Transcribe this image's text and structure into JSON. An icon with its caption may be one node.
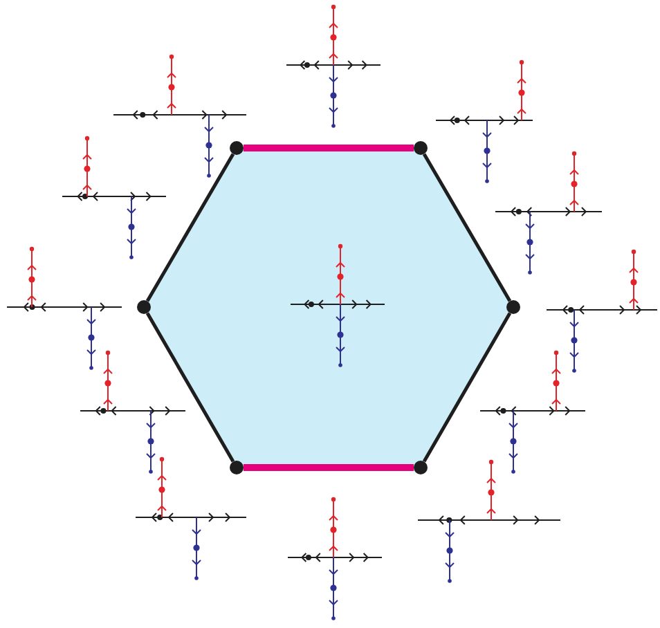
{
  "diagram": {
    "nodes": [
      {
        "text": [],
        "shape": "circle"
      },
      {
        "text": [],
        "shape": "circle"
      },
      {
        "text": [],
        "shape": "circle"
      },
      {
        "text": [],
        "shape": "circle"
      },
      {
        "text": [],
        "shape": "circle"
      },
      {
        "text": [],
        "shape": "circle"
      }
    ],
    "edges": [
      {
        "from": 0,
        "to": 1,
        "arrow": "none",
        "style": "thick",
        "color": "#e5007e"
      },
      {
        "from": 1,
        "to": 2,
        "arrow": "none"
      },
      {
        "from": 2,
        "to": 3,
        "arrow": "none"
      },
      {
        "from": 3,
        "to": 4,
        "arrow": "none",
        "style": "thick",
        "color": "#e5007e"
      },
      {
        "from": 4,
        "to": 5,
        "arrow": "none"
      },
      {
        "from": 5,
        "to": 0,
        "arrow": "none"
      }
    ]
  }
}
